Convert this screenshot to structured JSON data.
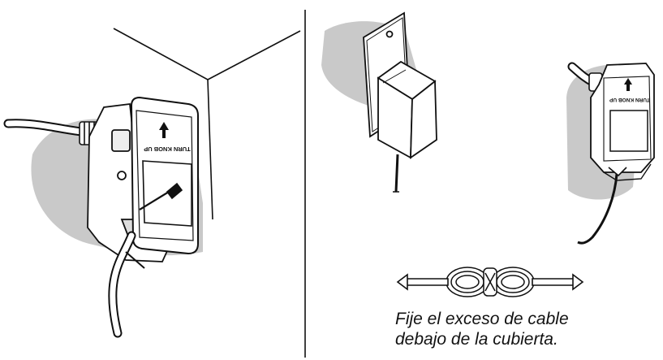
{
  "colors": {
    "ink": "#111111",
    "wall_shading": "#c9c9c9",
    "background": "#ffffff"
  },
  "left_panel": {
    "cover_label": "TURN KNOB UP"
  },
  "right_panel": {
    "cover_label": "TURN KNOB UP"
  },
  "caption": {
    "line1": "Fije el exceso de cable",
    "line2": "debajo de la cubierta."
  }
}
